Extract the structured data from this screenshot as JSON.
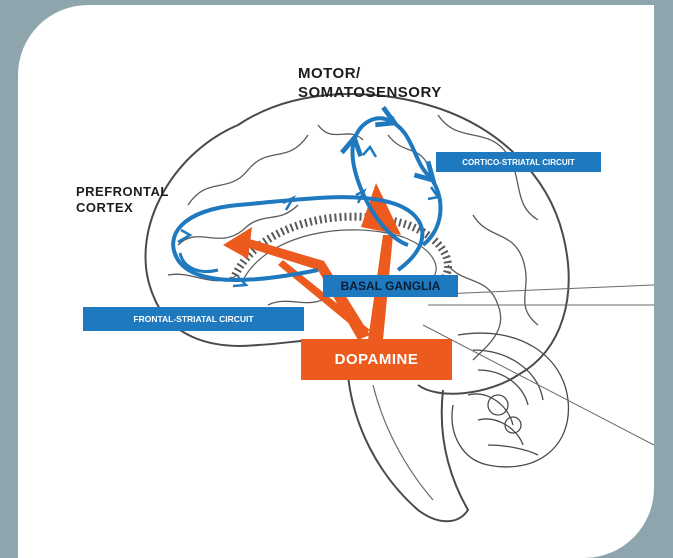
{
  "labels": {
    "motor_line1": "MOTOR/",
    "motor_line2": "SOMATOSENSORY",
    "prefrontal_line1": "PREFRONTAL",
    "prefrontal_line2": "CORTEX",
    "cortico_striatal": "CORTICO-STRIATAL CIRCUIT",
    "frontal_striatal": "FRONTAL-STRIATAL CIRCUIT",
    "basal_ganglia": "BASAL GANGLIA",
    "dopamine": "DOPAMINE"
  },
  "colors": {
    "background": "#8fa5ae",
    "panel": "#ffffff",
    "circuit_blue": "#1f79bf",
    "dopamine_orange": "#ec5a1d",
    "outline": "#4a4a4a"
  }
}
